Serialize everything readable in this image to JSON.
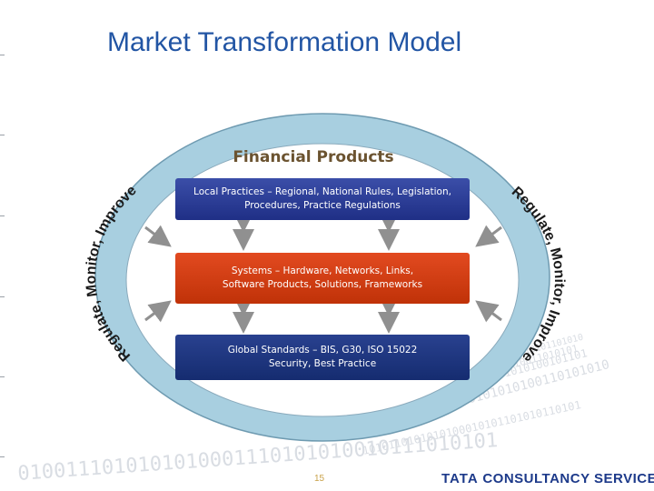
{
  "slide": {
    "title": "Market Transformation Model",
    "page_number": "15"
  },
  "diagram": {
    "header": "Financial Products",
    "ring_left_label": "Regulate, Monitor, Improve",
    "ring_right_label": "Regulate, Monitor, Improve",
    "boxes": [
      {
        "line1": "Local Practices – Regional, National Rules, Legislation,",
        "line2": "Procedures, Practice Regulations",
        "color": "#2a3b95"
      },
      {
        "line1": "Systems – Hardware, Networks, Links,",
        "line2": "Software Products, Solutions, Frameworks",
        "color": "#d63c12"
      },
      {
        "line1": "Global Standards – BIS, G30, ISO 15022",
        "line2": "Security, Best Practice",
        "color": "#1d3478"
      }
    ],
    "ring_color": "#a8cfe0"
  },
  "footer": {
    "logo_tata": "TATA",
    "logo_text": "CONSULTANCY SERVICES",
    "binary_text": "0100111010101010001110101010010111010101"
  }
}
